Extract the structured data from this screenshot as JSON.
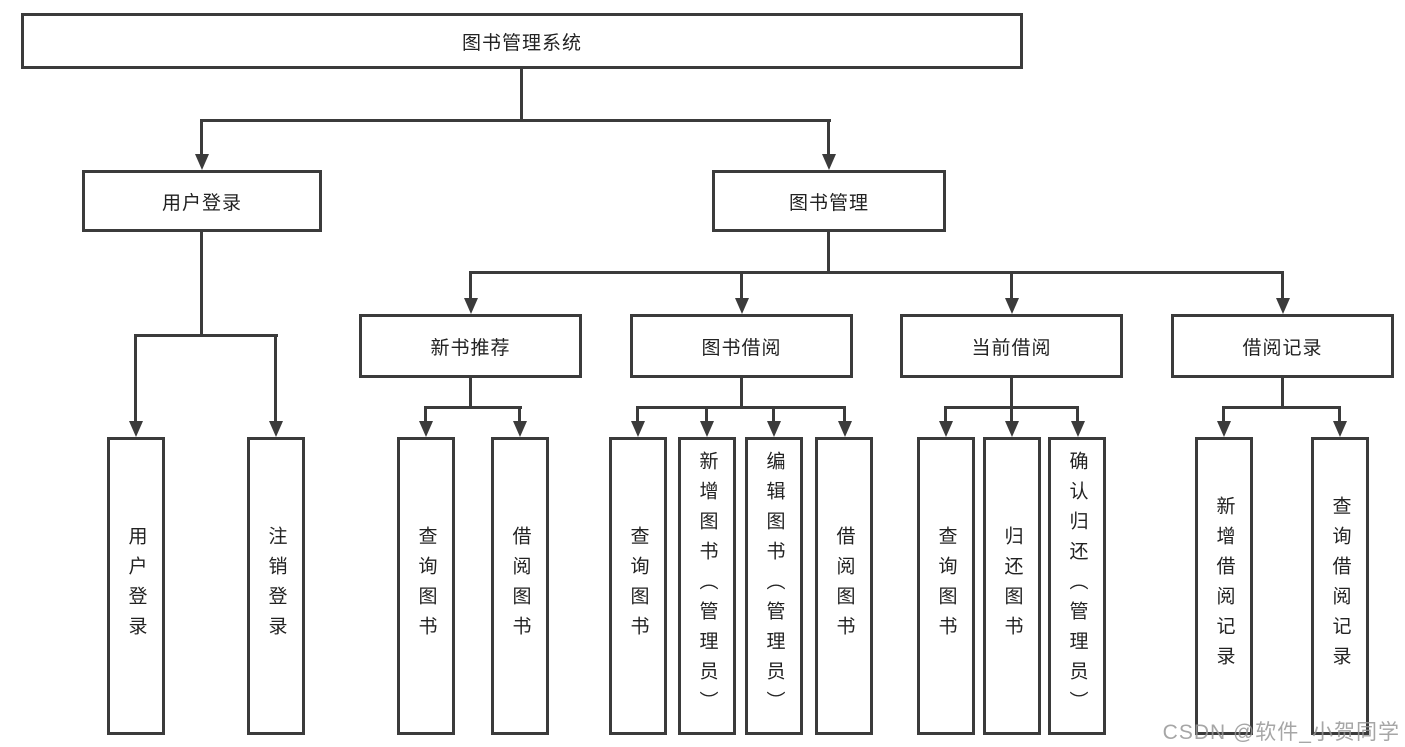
{
  "nodes": {
    "root": {
      "label": "图书管理系统"
    },
    "level2": [
      {
        "label": "用户登录"
      },
      {
        "label": "图书管理"
      }
    ],
    "level3": [
      {
        "label": "新书推荐"
      },
      {
        "label": "图书借阅"
      },
      {
        "label": "当前借阅"
      },
      {
        "label": "借阅记录"
      }
    ],
    "leaves": [
      {
        "label": "用户登录",
        "parent": "用户登录"
      },
      {
        "label": "注销登录",
        "parent": "用户登录"
      },
      {
        "label": "查询图书",
        "parent": "新书推荐"
      },
      {
        "label": "借阅图书",
        "parent": "新书推荐"
      },
      {
        "label": "查询图书",
        "parent": "图书借阅"
      },
      {
        "label": "新增图书（管理员）",
        "parent": "图书借阅"
      },
      {
        "label": "编辑图书（管理员）",
        "parent": "图书借阅"
      },
      {
        "label": "借阅图书",
        "parent": "图书借阅"
      },
      {
        "label": "查询图书",
        "parent": "当前借阅"
      },
      {
        "label": "归还图书",
        "parent": "当前借阅"
      },
      {
        "label": "确认归还（管理员）",
        "parent": "当前借阅"
      },
      {
        "label": "新增借阅记录",
        "parent": "借阅记录"
      },
      {
        "label": "查询借阅记录",
        "parent": "借阅记录"
      }
    ]
  },
  "watermark": {
    "text": "CSDN @软件_小贺同学"
  },
  "colors": {
    "line": "#3b3b3b",
    "text": "#222222",
    "background": "#ffffff",
    "watermark": "#969696"
  }
}
